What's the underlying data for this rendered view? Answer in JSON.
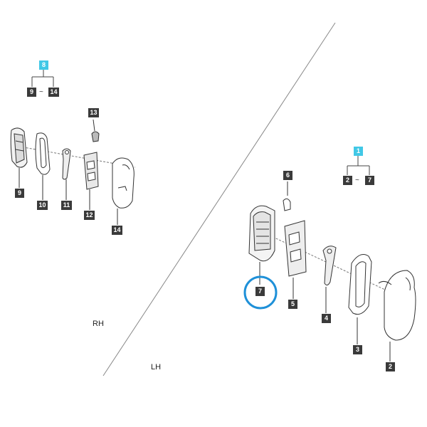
{
  "groups": [
    {
      "group_number": "8",
      "range_from": "9",
      "range_to": "14",
      "range_separator": "~"
    },
    {
      "group_number": "1",
      "range_from": "2",
      "range_to": "7",
      "range_separator": "~"
    }
  ],
  "parts": {
    "rh": [
      "9",
      "10",
      "11",
      "12",
      "13",
      "14"
    ],
    "lh": [
      "2",
      "3",
      "4",
      "5",
      "6",
      "7"
    ]
  },
  "side_labels": {
    "rh": "RH",
    "lh": "LH"
  },
  "highlight": {
    "part": "7",
    "color": "#1e90d8"
  },
  "colors": {
    "tag_dark": "#3a3a3a",
    "tag_group": "#41c8e6",
    "line": "#666666"
  }
}
